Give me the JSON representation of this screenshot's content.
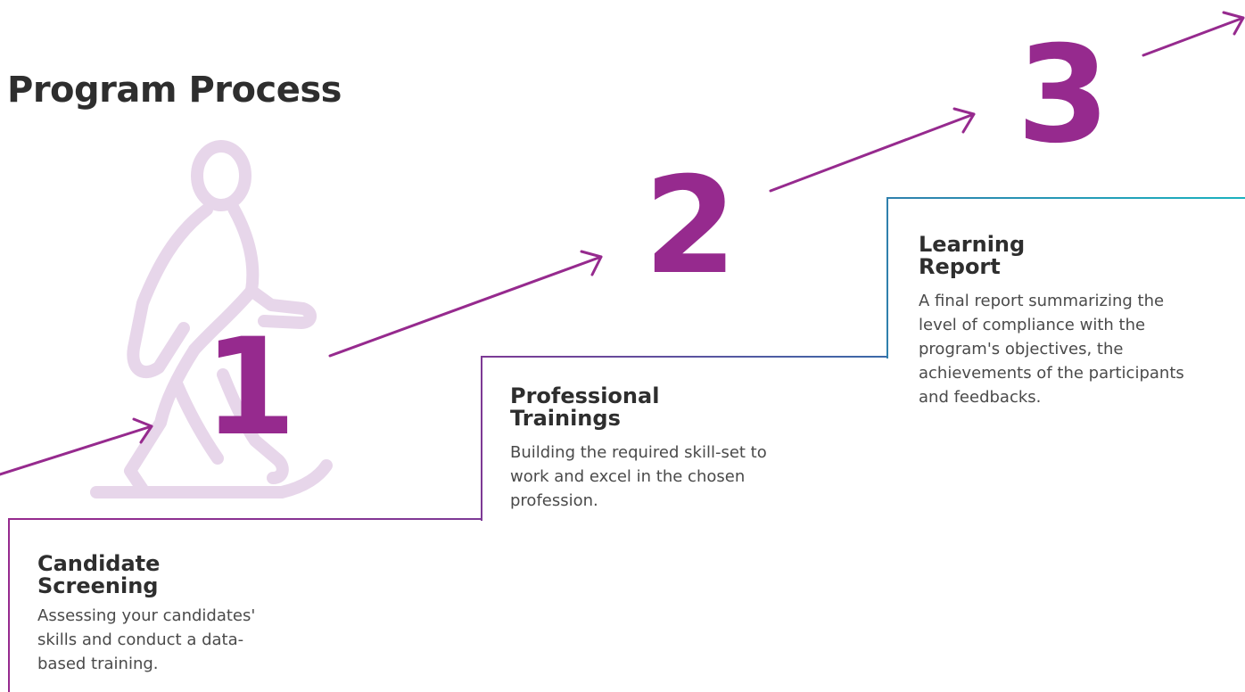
{
  "page": {
    "title": "Program Process"
  },
  "colors": {
    "accent": "#962a8e",
    "figure": "#e7d6ea",
    "line_teal": "#1a9bb0",
    "text": "#2e2e2e"
  },
  "icons": {
    "figure": "walking-person-icon",
    "arrow": "arrow-icon"
  },
  "steps": [
    {
      "number": "1",
      "title_line1": "Candidate",
      "title_line2": "Screening",
      "description": "Assessing your candidates' skills and conduct a data-based training."
    },
    {
      "number": "2",
      "title_line1": "Professional",
      "title_line2": "Trainings",
      "description": "Building the required skill-set to work and excel in the chosen profession."
    },
    {
      "number": "3",
      "title_line1": "Learning",
      "title_line2": "Report",
      "description": "A final report summarizing the level of compliance with the program's objectives, the achievements of the participants and feedbacks."
    }
  ]
}
